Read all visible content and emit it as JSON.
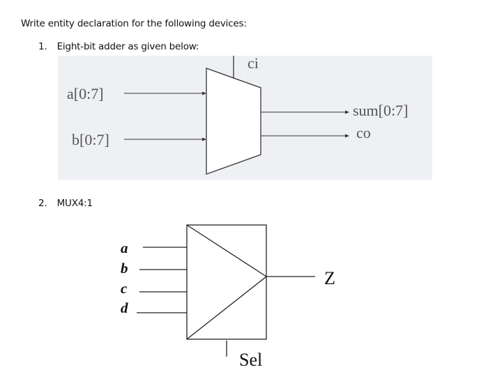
{
  "heading": "Write entity declaration for the following devices:",
  "items": [
    {
      "number": "1.",
      "text": "Eight-bit adder as given below:"
    },
    {
      "number": "2.",
      "text": "MUX4:1"
    }
  ],
  "adder": {
    "input_a": "a[0:7]",
    "input_b": "b[0:7]",
    "carry_in": "ci",
    "output_sum": "sum[0:7]",
    "output_carry": "co"
  },
  "mux": {
    "inputs": [
      "a",
      "b",
      "c",
      "d"
    ],
    "output": "Z",
    "select": "Sel"
  }
}
